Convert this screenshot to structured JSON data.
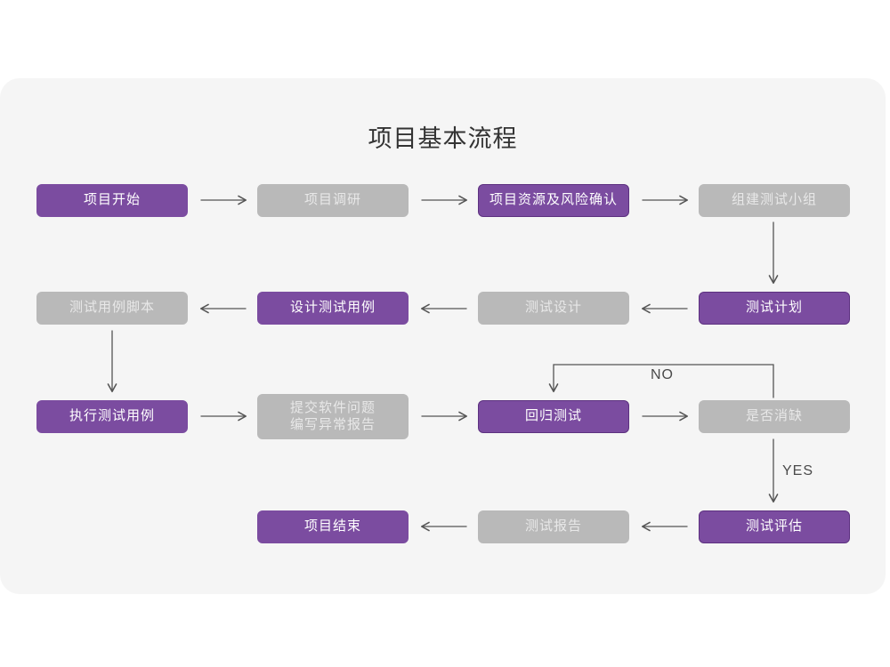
{
  "card": {
    "background": "#f5f5f5",
    "title": "项目基本流程"
  },
  "theme": {
    "purple": "#7b4ca0",
    "purple_border": "#5d3180",
    "gray": "#b9b9b9",
    "gray_text": "#e8e8e8",
    "arrow": "#555555",
    "title_color": "#333333"
  },
  "nodes": [
    {
      "id": "n1",
      "label": "项目开始",
      "style": "purple",
      "row": 1,
      "col": 1
    },
    {
      "id": "n2",
      "label": "项目调研",
      "style": "gray",
      "row": 1,
      "col": 2
    },
    {
      "id": "n3",
      "label": "项目资源及风险确认",
      "style": "purple-outline",
      "row": 1,
      "col": 3
    },
    {
      "id": "n4",
      "label": "组建测试小组",
      "style": "gray",
      "row": 1,
      "col": 4
    },
    {
      "id": "n5",
      "label": "测试用例脚本",
      "style": "gray",
      "row": 2,
      "col": 1
    },
    {
      "id": "n6",
      "label": "设计测试用例",
      "style": "purple",
      "row": 2,
      "col": 2
    },
    {
      "id": "n7",
      "label": "测试设计",
      "style": "gray",
      "row": 2,
      "col": 3
    },
    {
      "id": "n8",
      "label": "测试计划",
      "style": "purple-outline",
      "row": 2,
      "col": 4
    },
    {
      "id": "n9",
      "label": "执行测试用例",
      "style": "purple",
      "row": 3,
      "col": 1
    },
    {
      "id": "n10",
      "label": "提交软件问题\n编写异常报告",
      "style": "gray",
      "row": 3,
      "col": 2
    },
    {
      "id": "n11",
      "label": "回归测试",
      "style": "purple-outline",
      "row": 3,
      "col": 3
    },
    {
      "id": "n12",
      "label": "是否消缺",
      "style": "gray",
      "row": 3,
      "col": 4
    },
    {
      "id": "n13",
      "label": "项目结束",
      "style": "purple",
      "row": 4,
      "col": 2
    },
    {
      "id": "n14",
      "label": "测试报告",
      "style": "gray",
      "row": 4,
      "col": 3
    },
    {
      "id": "n15",
      "label": "测试评估",
      "style": "purple-outline",
      "row": 4,
      "col": 4
    }
  ],
  "edge_labels": [
    {
      "id": "no",
      "text": "NO"
    },
    {
      "id": "yes",
      "text": "YES"
    }
  ]
}
